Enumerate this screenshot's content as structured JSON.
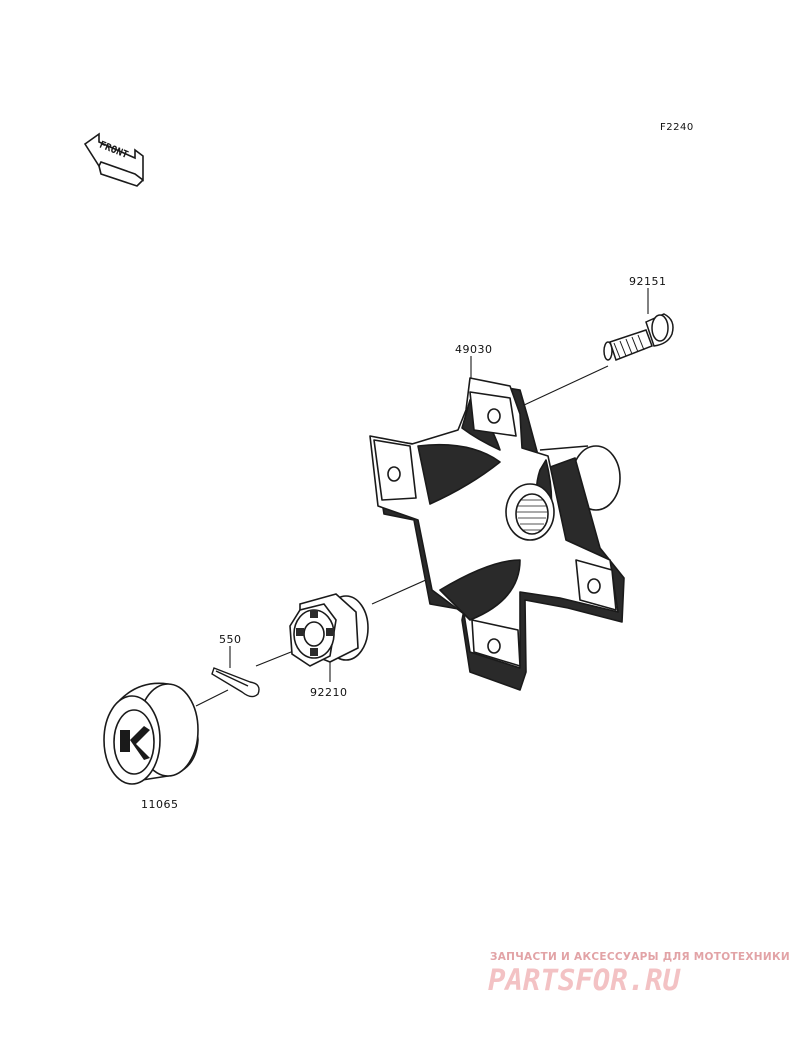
{
  "figure_code": "F2240",
  "front_indicator": {
    "label": "FRONT"
  },
  "parts": [
    {
      "id": "part-49030",
      "number": "49030"
    },
    {
      "id": "part-92151",
      "number": "92151"
    },
    {
      "id": "part-550",
      "number": "550"
    },
    {
      "id": "part-92210",
      "number": "92210"
    },
    {
      "id": "part-11065",
      "number": "11065"
    }
  ],
  "watermark": {
    "tagline": "ЗАПЧАСТИ И АКСЕССУАРЫ ДЛЯ МОТОТЕХНИКИ",
    "brand": "PARTSFOR.RU"
  },
  "colors": {
    "line": "#1a1a1a",
    "watermark": "#f3c2c4"
  }
}
